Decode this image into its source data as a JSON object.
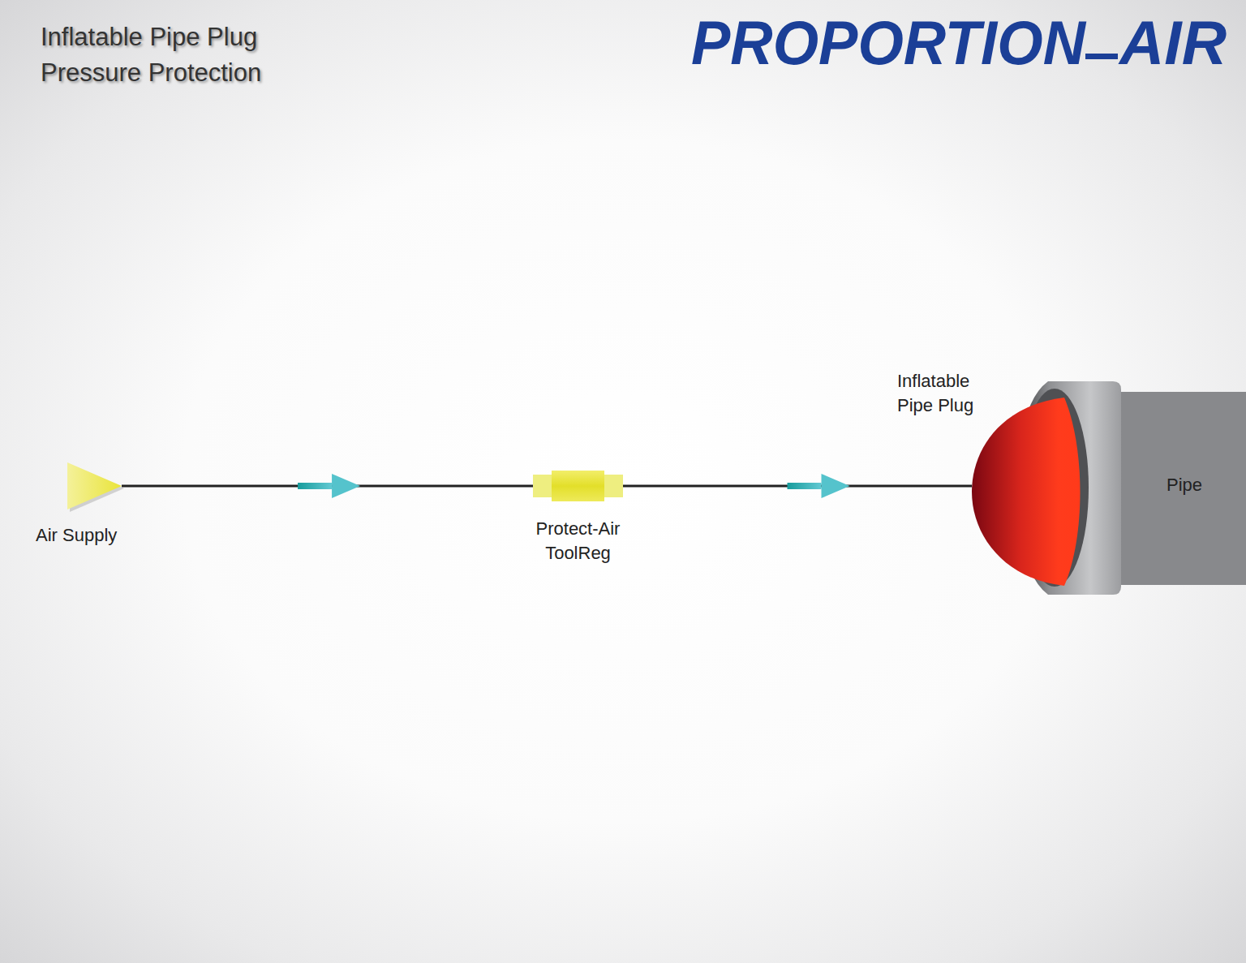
{
  "diagram": {
    "title": "Inflatable Pipe Plug Pressure Protection",
    "nodes": [
      {
        "text": [
          "Air Supply"
        ]
      },
      {
        "text": [
          "Protect-Air ToolReg"
        ]
      },
      {
        "text": [
          "Inflatable Pipe Plug"
        ]
      },
      {
        "text": [
          "Pipe"
        ]
      }
    ],
    "edges": [
      {
        "from": 0,
        "to": 1,
        "arrow": "to"
      },
      {
        "from": 1,
        "to": 2,
        "arrow": "to"
      }
    ],
    "labels": [
      "PROPORTION",
      "AIR"
    ]
  }
}
